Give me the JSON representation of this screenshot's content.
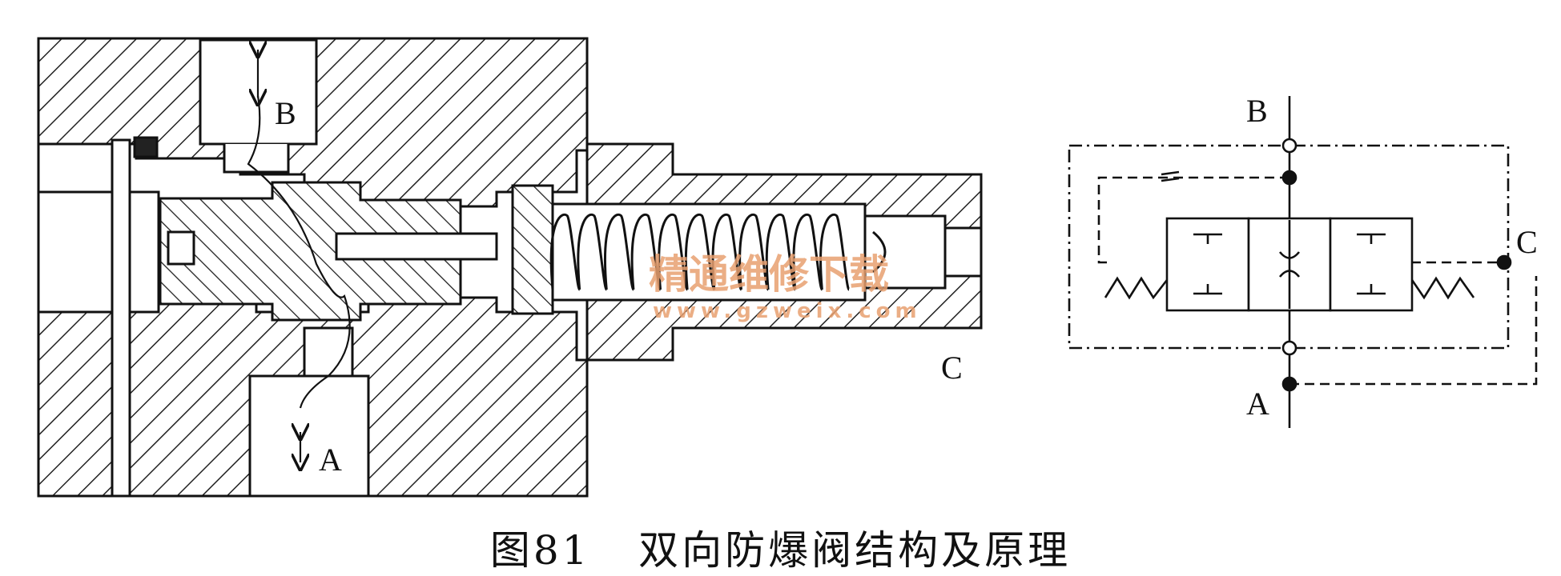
{
  "figure": {
    "caption": "图81   双向防爆阀结构及原理"
  },
  "section_view": {
    "port_labels": {
      "b": "B",
      "a": "A",
      "c": "C"
    }
  },
  "hydraulic_symbol": {
    "port_labels": {
      "b": "B",
      "a": "A",
      "c": "C"
    }
  },
  "watermark": {
    "text": "精通维修下载",
    "url": "www.gzweix.com",
    "color": "#e8a070"
  }
}
